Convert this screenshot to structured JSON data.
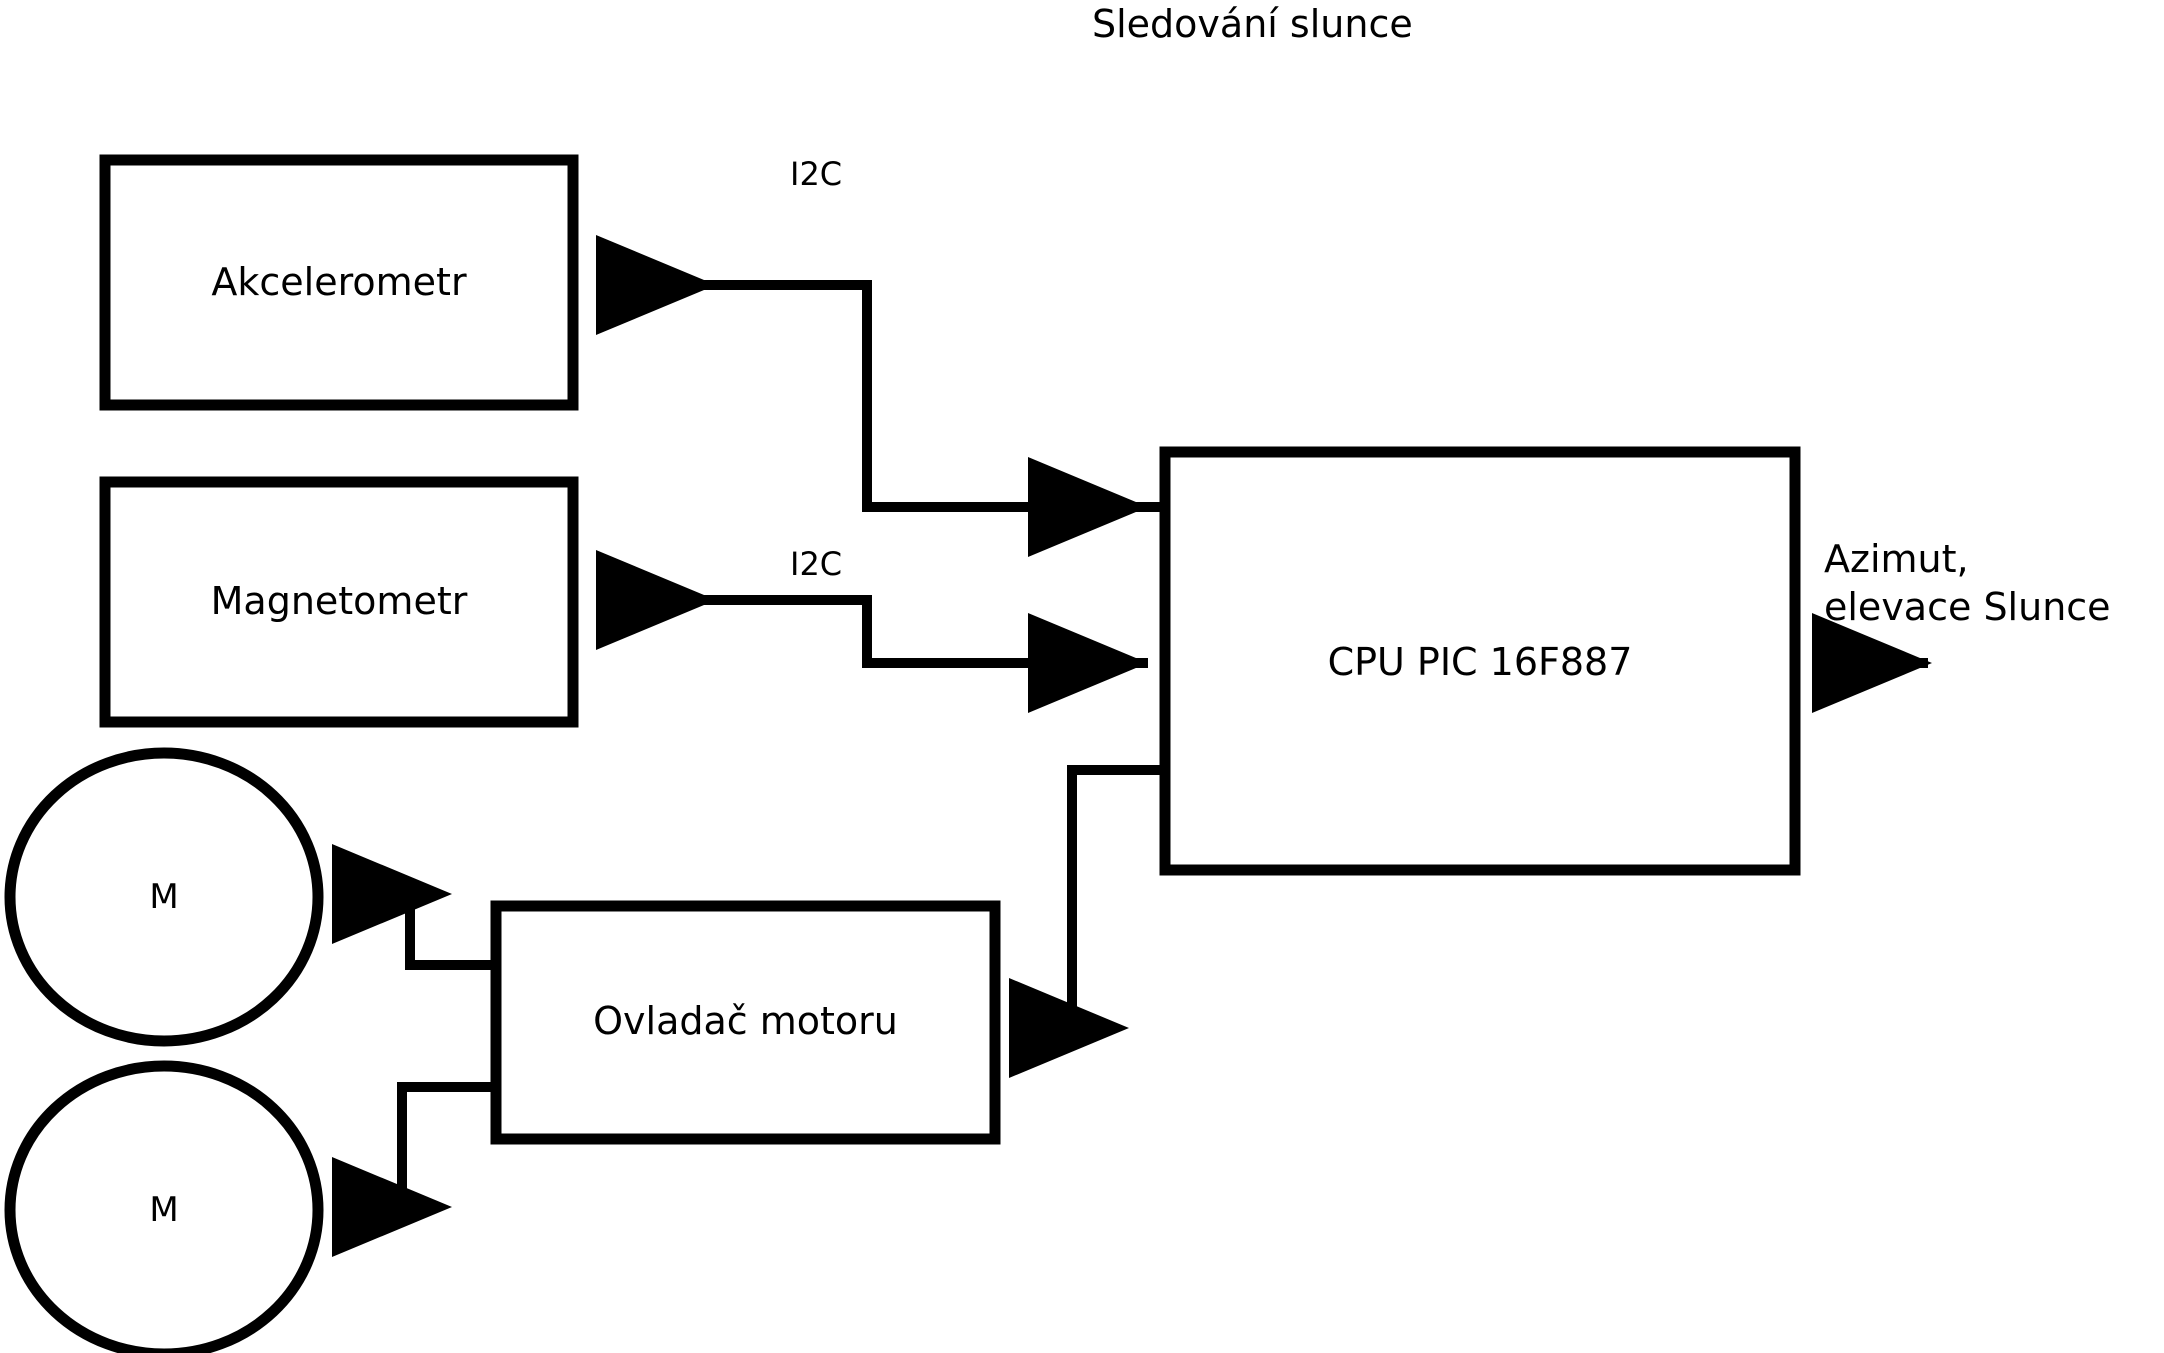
{
  "diagram": {
    "title": "Sledování slunce",
    "background_color": "#ffffff",
    "stroke_color": "#000000",
    "nodes": [
      {
        "id": "akcelerometr",
        "label": "Akcelerometr",
        "shape": "rect"
      },
      {
        "id": "magnetometr",
        "label": "Magnetometr",
        "shape": "rect"
      },
      {
        "id": "cpu",
        "label": "CPU PIC 16F887",
        "shape": "rect"
      },
      {
        "id": "ovladac",
        "label": "Ovladač motoru",
        "shape": "rect"
      },
      {
        "id": "motor1",
        "label": "M",
        "shape": "circle"
      },
      {
        "id": "motor2",
        "label": "M",
        "shape": "circle"
      }
    ],
    "edge_labels": [
      {
        "id": "i2c-akcelerometr",
        "label": "I2C"
      },
      {
        "id": "i2c-magnetometr",
        "label": "I2C"
      }
    ],
    "io_labels": [
      {
        "id": "vstup-slunce",
        "line1": "Azimut,",
        "line2": "elevace Slunce"
      }
    ]
  }
}
